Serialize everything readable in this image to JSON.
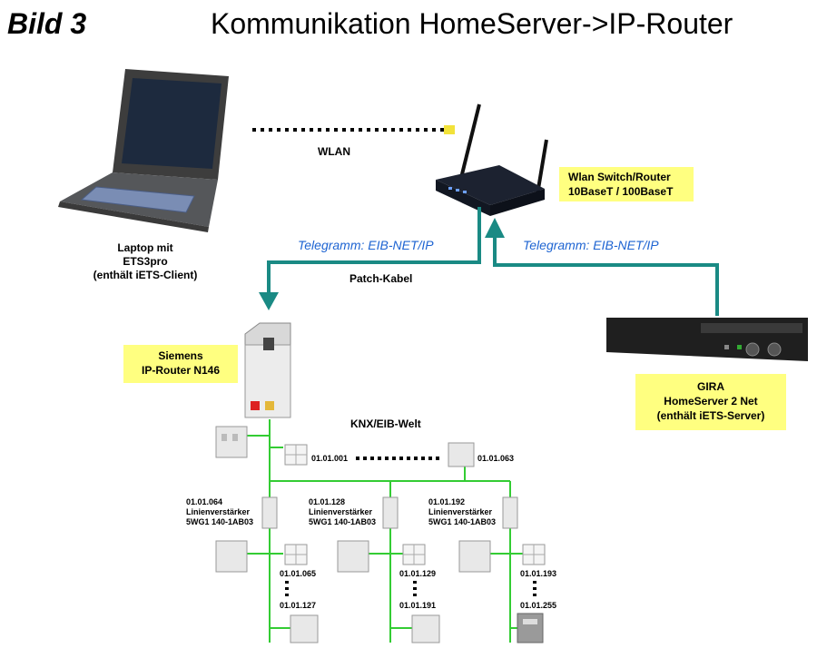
{
  "header": {
    "bild": "Bild 3",
    "title": "Kommunikation HomeServer->IP-Router"
  },
  "laptop": {
    "line1": "Laptop mit",
    "line2": "ETS3pro",
    "line3": "(enthält iETS-Client)"
  },
  "wlan_label": "WLAN",
  "router_box": {
    "line1": "Wlan Switch/Router",
    "line2": "10BaseT / 100BaseT"
  },
  "telegram_left": "Telegramm: EIB-NET/IP",
  "telegram_right": "Telegramm: EIB-NET/IP",
  "patch_cable": "Patch-Kabel",
  "siemens_box": {
    "line1": "Siemens",
    "line2": "IP-Router N146"
  },
  "gira_box": {
    "line1": "GIRA",
    "line2": "HomeServer 2 Net",
    "line3": "(enthält iETS-Server)"
  },
  "knx_label": "KNX/EIB-Welt",
  "bus_addresses": {
    "first": "01.01.001",
    "last": "01.01.063"
  },
  "line_couplers": [
    {
      "address": "01.01.064",
      "name": "Linienverstärker",
      "part": "5WG1 140-1AB03",
      "first": "01.01.065",
      "last": "01.01.127"
    },
    {
      "address": "01.01.128",
      "name": "Linienverstärker",
      "part": "5WG1 140-1AB03",
      "first": "01.01.129",
      "last": "01.01.191"
    },
    {
      "address": "01.01.192",
      "name": "Linienverstärker",
      "part": "5WG1 140-1AB03",
      "first": "01.01.193",
      "last": "01.01.255"
    }
  ],
  "colors": {
    "cable": "#1a8a84",
    "bus": "#33cc33",
    "box": "#ffff80",
    "telegram": "#1e64d2"
  }
}
